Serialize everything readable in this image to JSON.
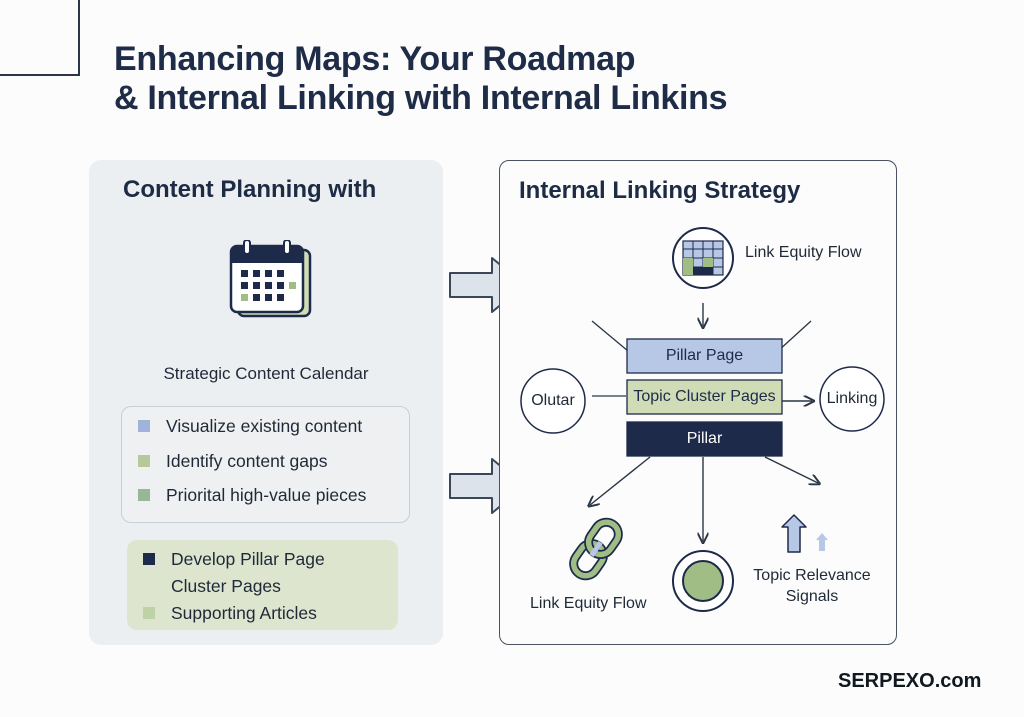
{
  "title": {
    "line1": "Enhancing Maps: Your Roadmap",
    "line2": "& Internal Linking with Internal Linkins"
  },
  "left_panel": {
    "title": "Content Planning with",
    "icon": "calendar-icon",
    "caption": "Strategic Content Calendar",
    "checklist": [
      {
        "label": "Visualize existing content",
        "color": "#9fb4d8"
      },
      {
        "label": "Identify content gaps",
        "color": "#b7c99a"
      },
      {
        "label": "Priorital high-value pieces",
        "color": "#9bb59b"
      }
    ],
    "green_box": [
      {
        "label": "Develop Pillar Page",
        "color": "#1e2a4a",
        "marker": true
      },
      {
        "label": "Cluster Pages",
        "color": "",
        "marker": false
      },
      {
        "label": "Supporting Articles",
        "color": "#bfd2a6",
        "marker": true
      }
    ]
  },
  "right_panel": {
    "title": "Internal Linking Strategy",
    "top_icon": "grid-icon",
    "top_label": "Link Equity Flow",
    "pillar_page_label": "Pillar Page",
    "topic_cluster_label": "Topic Cluster Pages",
    "pillar_label": "Pillar",
    "left_circle_label": "Olutar",
    "right_circle_label": "Linking",
    "chain_icon": "chain-link-icon",
    "chain_label": "Link Equity Flow",
    "target_icon": "target-circle-icon",
    "up_arrow_icon": "up-arrow-icon",
    "relevance_label_line1": "Topic Relevance",
    "relevance_label_line2": "Signals"
  },
  "colors": {
    "navy": "#1e2a4a",
    "light_blue": "#b7c8e6",
    "light_green": "#cfdcb5",
    "olive_green": "#9fbd85",
    "panel_gray": "#eceff1"
  },
  "brand": "SERPEXO.com"
}
